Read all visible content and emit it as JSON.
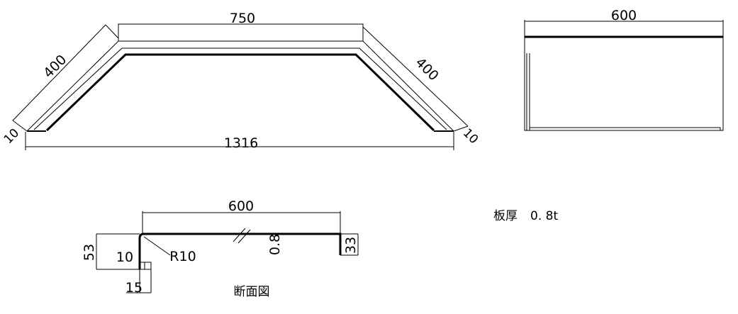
{
  "top_view": {
    "top_width": "750",
    "left_slope": "400",
    "right_slope": "400",
    "left_flange": "10",
    "right_flange": "10",
    "overall_width": "1316"
  },
  "side_view": {
    "width": "600"
  },
  "section": {
    "width": "600",
    "height_left": "53",
    "height_right": "33",
    "lip": "10",
    "radius": "R10",
    "thickness": "0.8",
    "bottom": "15",
    "title": "断面図"
  },
  "note": {
    "thickness_label": "板厚",
    "thickness_value": "0. 8t"
  },
  "colors": {
    "line": "#000000",
    "background": "#ffffff"
  }
}
